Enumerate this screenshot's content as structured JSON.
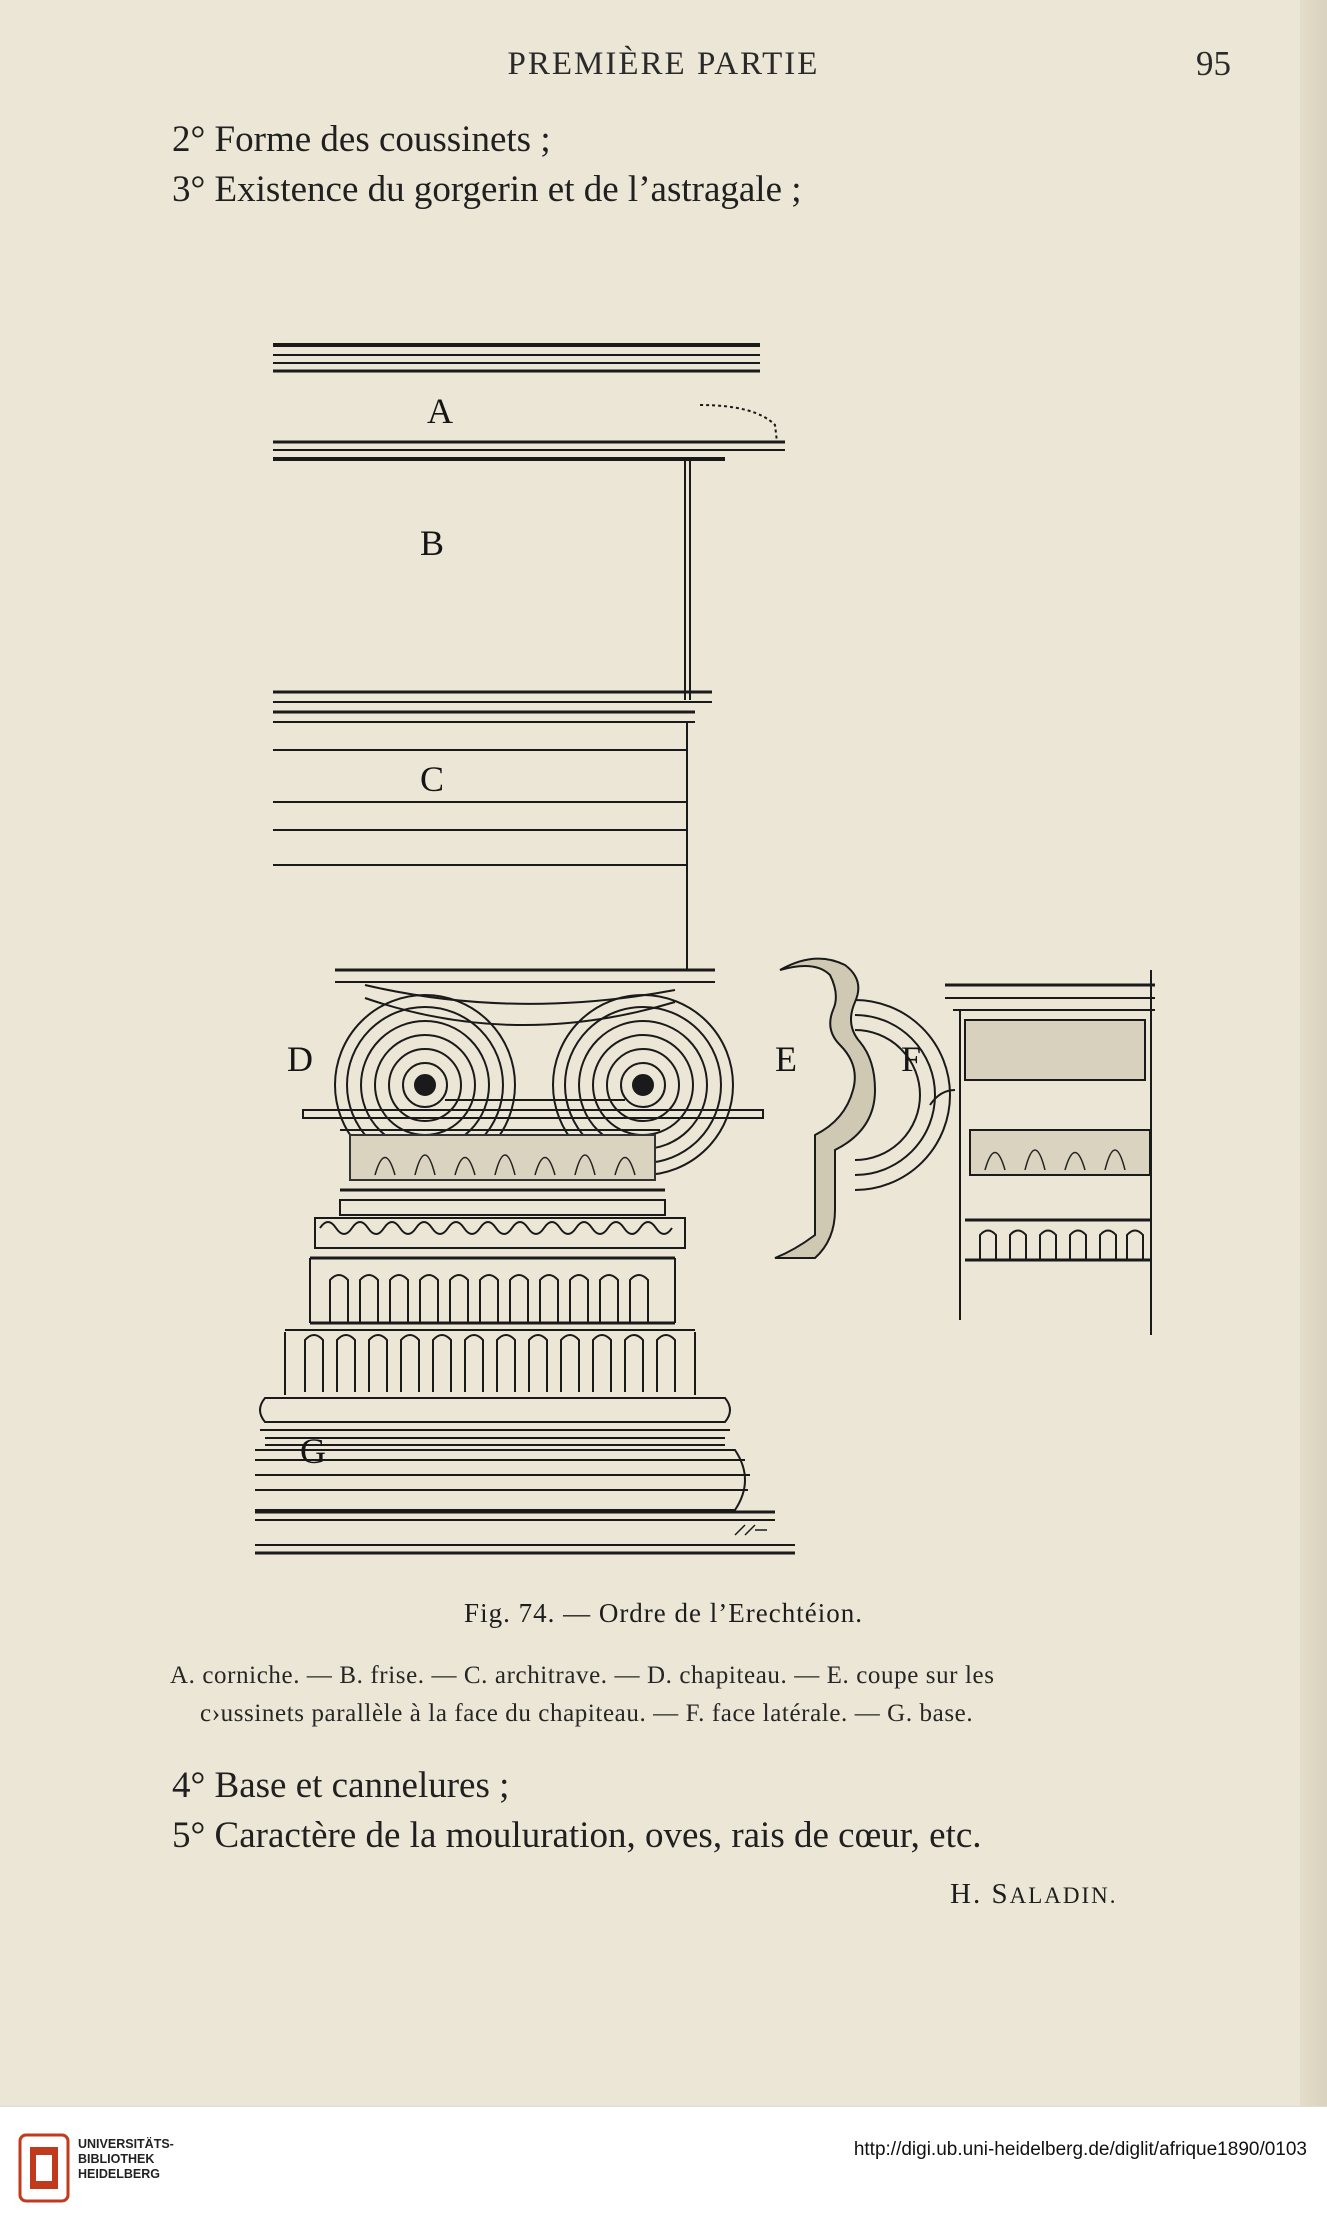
{
  "header": {
    "running_title": "PREMIÈRE PARTIE",
    "page_number": "95"
  },
  "list_top": [
    "2° Forme des coussinets ;",
    "3° Existence du gorgerin et de l’astragale ;"
  ],
  "figure": {
    "labels": {
      "a": "A",
      "b": "B",
      "c": "C",
      "d": "D",
      "e": "E",
      "f": "F",
      "g": "G"
    },
    "caption": "Fig. 74. — Ordre de l’Erechtéion.",
    "legend_line1": "A. corniche. — B. frise. — C. architrave. — D. chapiteau. — E. coupe sur les",
    "legend_line2": "c›ussinets parallèle à la face du chapiteau. — F. face latérale. — G. base."
  },
  "list_bottom": [
    "4° Base et cannelures ;",
    "5° Caractère de la mouluration, oves, rais de cœur, etc."
  ],
  "signature": {
    "initial": "H. S",
    "rest": "ALADIN."
  },
  "footer": {
    "library_line1": "UNIVERSITÄTS-",
    "library_line2": "BIBLIOTHEK",
    "library_line3": "HEIDELBERG",
    "url": "http://digi.ub.uni-heidelberg.de/diglit/afrique1890/0103"
  },
  "colors": {
    "paper": "#ebe6d5",
    "ink": "#1d1d1d",
    "footer_bg": "#ffffff"
  }
}
